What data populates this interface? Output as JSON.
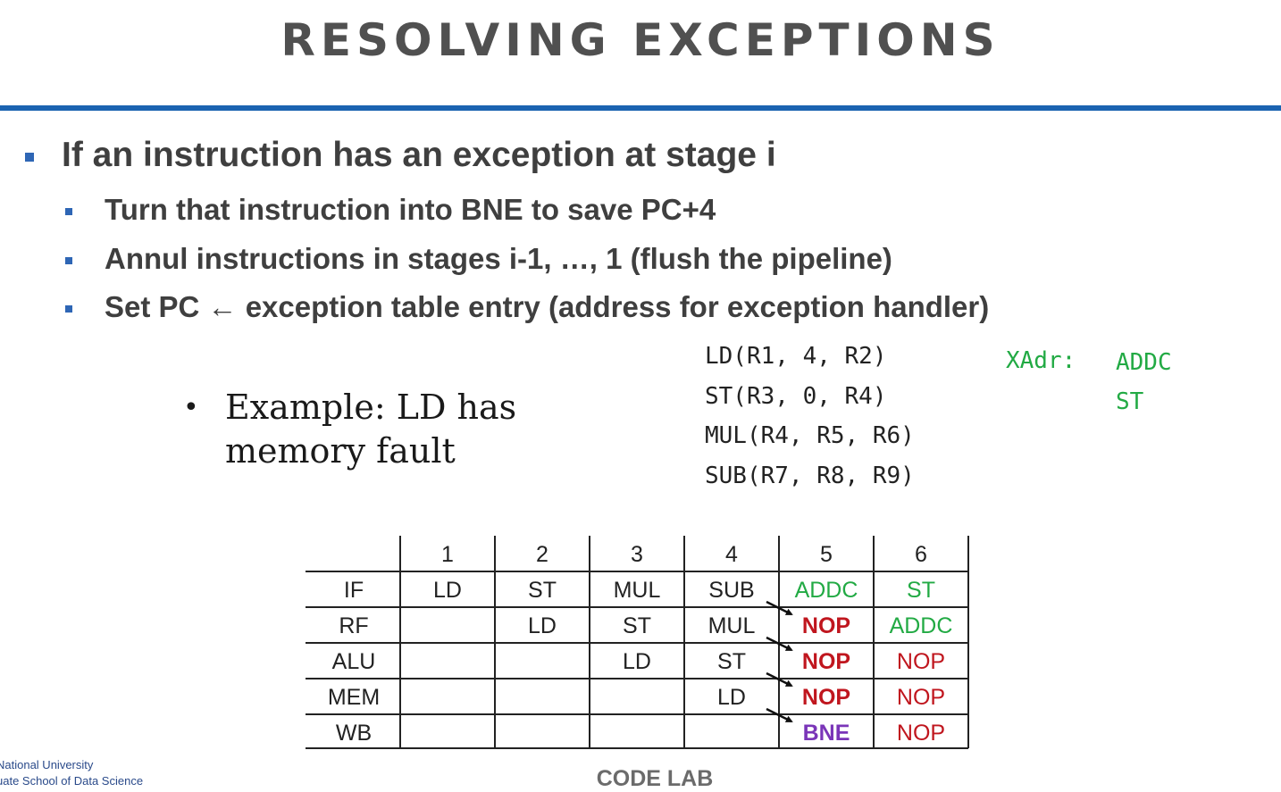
{
  "title": "RESOLVING EXCEPTIONS",
  "colors": {
    "accent_rule": "#1b63b1",
    "bullet": "#2e66b5",
    "green": "#22aa44",
    "red": "#c0161e",
    "purple": "#7a35b8"
  },
  "bullets": {
    "main": "If an instruction has an exception at stage i",
    "sub": [
      "Turn that instruction into BNE to save PC+4",
      "Annul instructions in stages i-1, …, 1 (flush the pipeline)",
      "Set PC ← exception table entry (address for exception handler)"
    ]
  },
  "example": {
    "bullet": "•",
    "text": "Example: LD has memory fault"
  },
  "code": {
    "instructions": [
      "LD(R1, 4, R2)",
      "ST(R3, 0, R4)",
      "MUL(R4, R5, R6)",
      "SUB(R7, R8, R9)"
    ],
    "handler_label": "XAdr:",
    "handler_instructions": [
      "ADDC",
      "ST"
    ]
  },
  "pipeline_table": {
    "cycles": [
      "1",
      "2",
      "3",
      "4",
      "5",
      "6"
    ],
    "stages": [
      "IF",
      "RF",
      "ALU",
      "MEM",
      "WB"
    ],
    "rows": [
      [
        {
          "t": "LD"
        },
        {
          "t": "ST"
        },
        {
          "t": "MUL"
        },
        {
          "t": "SUB"
        },
        {
          "t": "ADDC",
          "c": "green"
        },
        {
          "t": "ST",
          "c": "green"
        }
      ],
      [
        {
          "t": ""
        },
        {
          "t": "LD"
        },
        {
          "t": "ST"
        },
        {
          "t": "MUL"
        },
        {
          "t": "NOP",
          "c": "red",
          "b": true
        },
        {
          "t": "ADDC",
          "c": "green"
        }
      ],
      [
        {
          "t": ""
        },
        {
          "t": ""
        },
        {
          "t": "LD"
        },
        {
          "t": "ST"
        },
        {
          "t": "NOP",
          "c": "red",
          "b": true
        },
        {
          "t": "NOP",
          "c": "red"
        }
      ],
      [
        {
          "t": ""
        },
        {
          "t": ""
        },
        {
          "t": ""
        },
        {
          "t": "LD"
        },
        {
          "t": "NOP",
          "c": "red",
          "b": true
        },
        {
          "t": "NOP",
          "c": "red"
        }
      ],
      [
        {
          "t": ""
        },
        {
          "t": ""
        },
        {
          "t": ""
        },
        {
          "t": ""
        },
        {
          "t": "BNE",
          "c": "purple",
          "b": true
        },
        {
          "t": "NOP",
          "c": "red"
        }
      ]
    ]
  },
  "footer": {
    "logo_lines": [
      "National University",
      "uate School of Data Science"
    ],
    "center_text": "CODE LAB"
  }
}
